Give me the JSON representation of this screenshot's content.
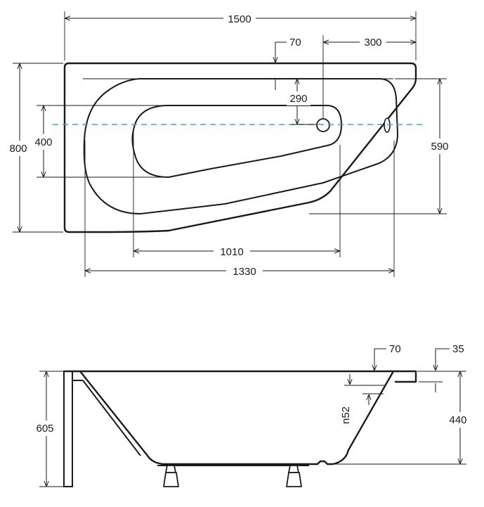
{
  "top_view": {
    "length_total": "1500",
    "width_total": "800",
    "inner_length": "1330",
    "bottom_length": "1010",
    "inner_width": "590",
    "bottom_width": "400",
    "rim_offset": "70",
    "drain_from_end": "300",
    "drain_from_wall": "290"
  },
  "side_view": {
    "total_height": "605",
    "inner_depth": "440",
    "rim_thickness": "70",
    "edge_height": "35",
    "overflow_label": "n52"
  },
  "colors": {
    "line": "#1a1a1a",
    "centerline": "#3aa6d0"
  }
}
